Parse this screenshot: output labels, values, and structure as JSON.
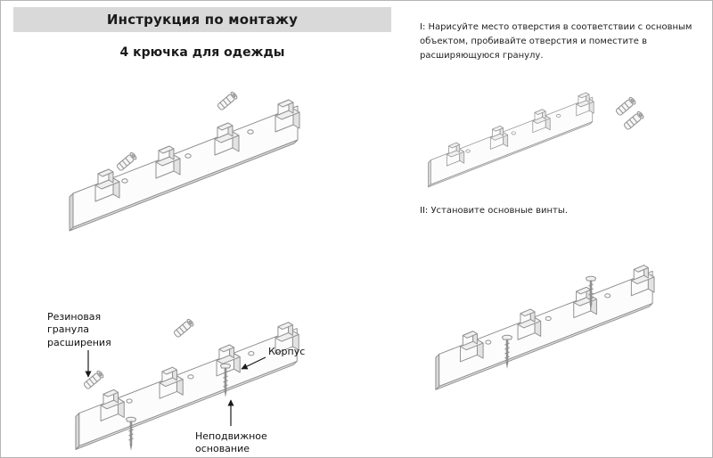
{
  "header": {
    "title": "Инструкция по монтажу",
    "subtitle": "4 крючка для одежды"
  },
  "steps": {
    "step1": "I: Нарисуйте место отверстия в соответствии с основным объектом, пробивайте отверстия и поместите в расширяющуюся гранулу.",
    "step2": "II: Установите основные винты."
  },
  "part_labels": {
    "rubber_granule": "Резиновая гранула расширения",
    "body": "Корпус",
    "fixed_base": "Неподвижное основание"
  },
  "icons": {
    "hook_rail": "hook-rail-drawing",
    "wall_anchor": "wall-anchor-icon",
    "screw": "screw-icon",
    "arrow": "pointer-arrow-icon"
  },
  "colors": {
    "banner_bg": "#d9d9d9",
    "line": "#8f8f8f",
    "text": "#1a1a1a"
  }
}
